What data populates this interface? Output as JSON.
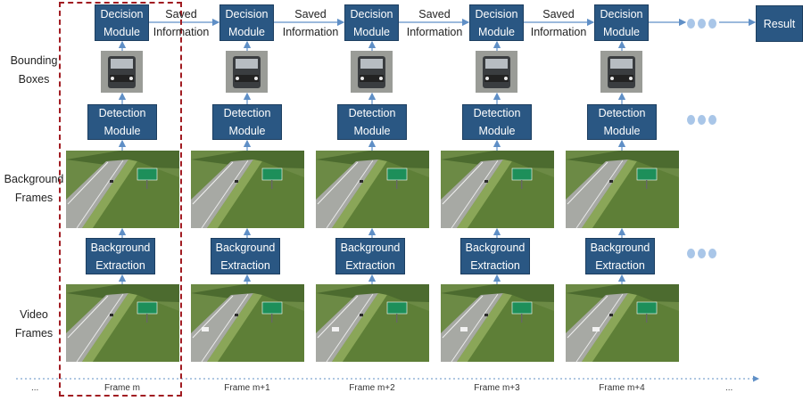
{
  "row_labels": {
    "bounding_boxes": "Bounding\nBoxes",
    "background_frames": "Background\nFrames",
    "video_frames": "Video\nFrames"
  },
  "decision_label": "Decision\nModule",
  "detection_label": "Detection\nModule",
  "background_label": "Background\nExtraction",
  "saved_info_label": "Saved\nInformation",
  "result_label": "Result",
  "frames": [
    {
      "label": "Frame m"
    },
    {
      "label": "Frame m+1"
    },
    {
      "label": "Frame m+2"
    },
    {
      "label": "Frame m+3"
    },
    {
      "label": "Frame m+4"
    }
  ],
  "ellipsis_left": "...",
  "ellipsis_right": "...",
  "colors": {
    "module_fill": "#2a5783",
    "arrow": "#5f8fc6",
    "ellipsis_dots": "#a9c6e8",
    "highlight_border": "#a11c22"
  }
}
